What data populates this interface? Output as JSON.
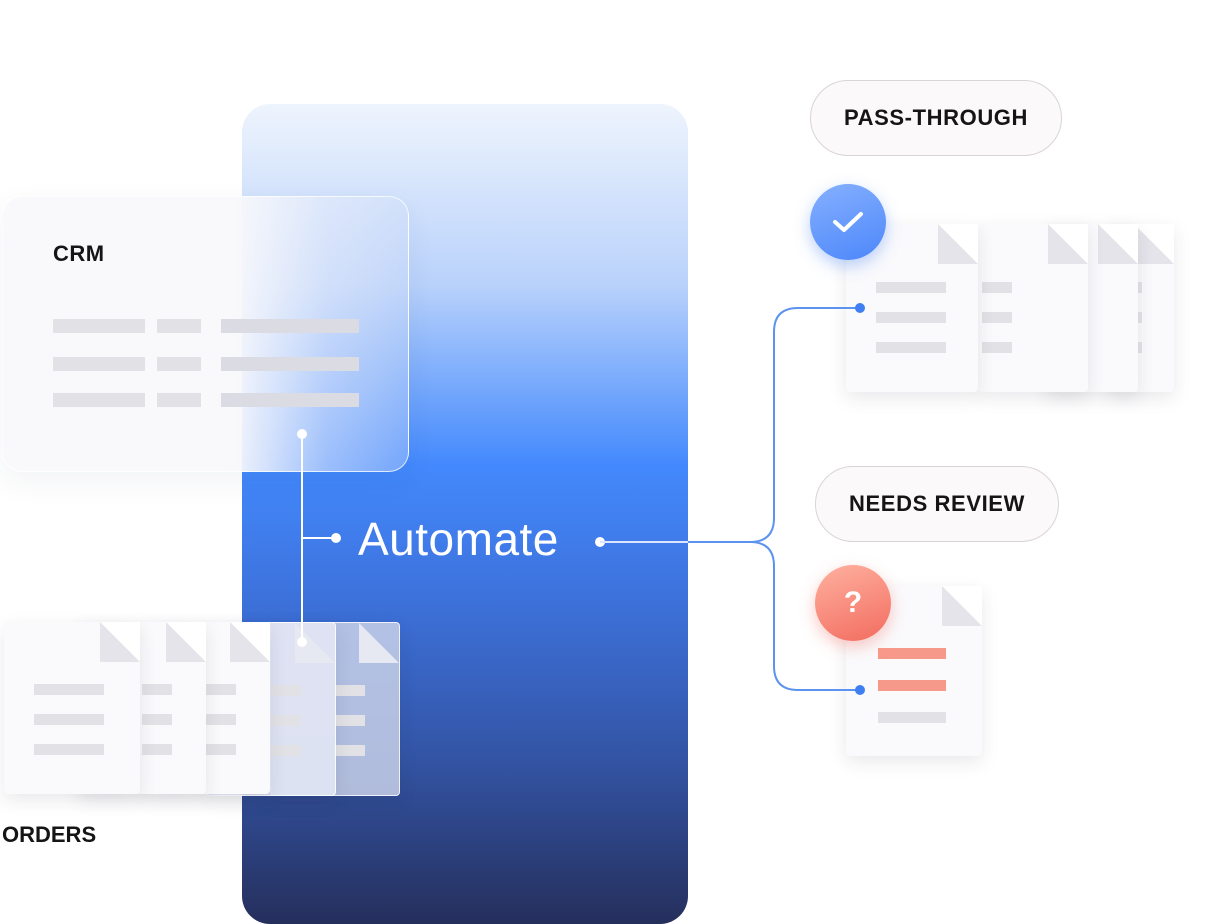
{
  "crm": {
    "title": "CRM"
  },
  "orders": {
    "label": "ORDERS"
  },
  "center": {
    "label": "Automate"
  },
  "outputs": {
    "pass_through": {
      "label": "PASS-THROUGH",
      "badge_icon": "check-icon"
    },
    "needs_review": {
      "label": "NEEDS REVIEW",
      "badge_icon": "question-icon",
      "badge_text": "?"
    }
  },
  "colors": {
    "accent_blue": "#4389fd",
    "deep_navy": "#252f5c",
    "review_red": "#f26c5f",
    "review_lines": "#f7998a"
  }
}
